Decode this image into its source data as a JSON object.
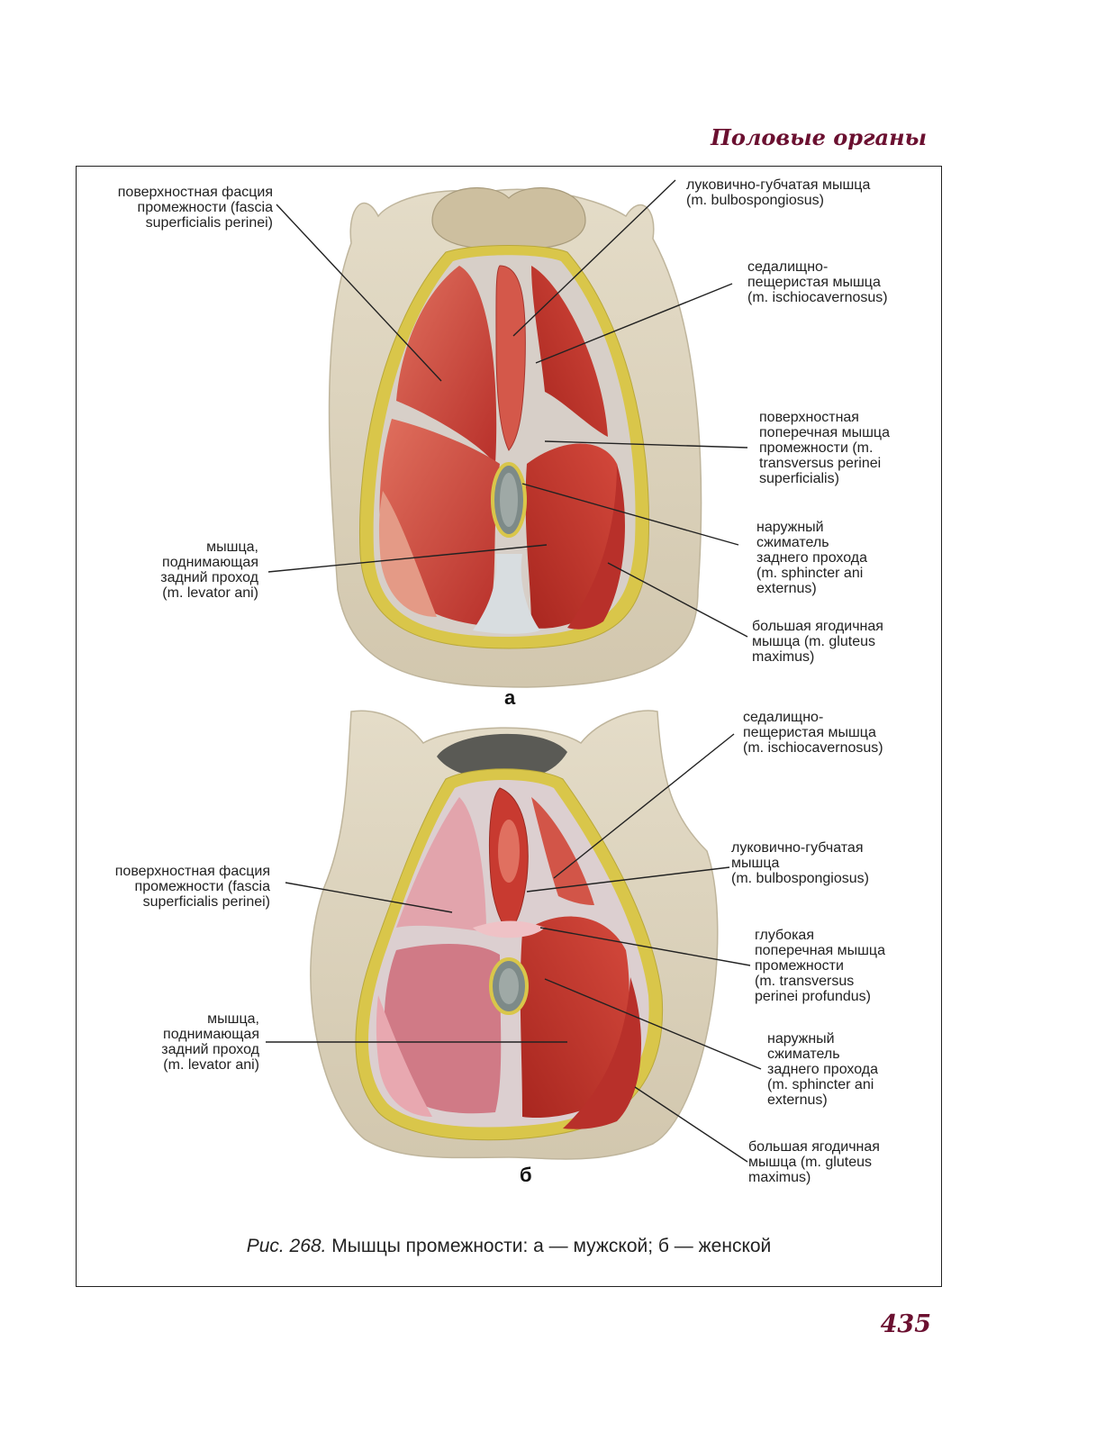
{
  "running_head": "Половые органы",
  "page_number": "435",
  "figure_a": {
    "letter": "а",
    "labels": {
      "fascia": "поверхностная фасция\nпромежности (fascia\nsuperficialis perinei)",
      "bulbo": "луковично-губчатая мышца\n(m. bulbospongiosus)",
      "ischio": "седалищно-\nпещеристая мышца\n(m. ischiocavernosus)",
      "transversus": "поверхностная\nпоперечная мышца\nпромежности (m.\ntransversus perinei\nsuperficialis)",
      "levator": "мышца,\nподнимающая\nзадний проход\n(m. levator ani)",
      "sphincter": "наружный\nсжиматель\nзаднего прохода\n(m. sphincter ani\nexternus)",
      "gluteus": "большая ягодичная\nмышца (m. gluteus\nmaximus)"
    }
  },
  "figure_b": {
    "letter": "б",
    "labels": {
      "ischio": "седалищно-\nпещеристая мышца\n(m. ischiocavernosus)",
      "bulbo": "луковично-губчатая\nмышца\n(m. bulbospongiosus)",
      "fascia": "поверхностная фасция\nпромежности (fascia\nsuperficialis perinei)",
      "transversus": "глубокая\nпоперечная мышца\nпромежности\n(m. transversus\nperinei profundus)",
      "levator": "мышца,\nподнимающая\nзадний проход\n(m. levator ani)",
      "sphincter": "наружный\nсжиматель\nзаднего прохода\n(m. sphincter ani\nexternus)",
      "gluteus": "большая ягодичная\nмышца (m. gluteus\nmaximus)"
    }
  },
  "caption": {
    "prefix": "Рис. 268.",
    "text": " Мышцы промежности: а — мужской; б — женской"
  },
  "colors": {
    "skin": "#ddd3bd",
    "fat": "#d9c64a",
    "muscle": "#c8443a",
    "muscle_dark": "#b8302a",
    "fascia": "#c9c9cc",
    "accent": "#6b1030"
  }
}
